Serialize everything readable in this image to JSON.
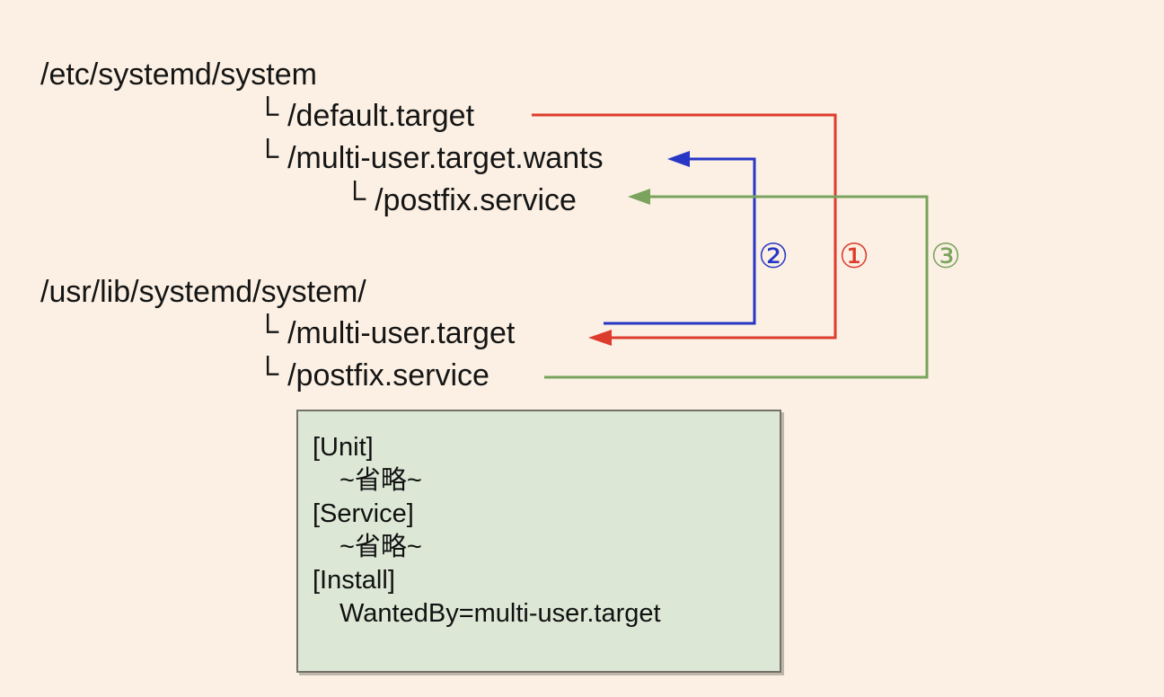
{
  "background": "#fbf0e3",
  "colors": {
    "red": "#dd3b2c",
    "blue": "#2836c6",
    "green": "#7aa35d",
    "box_fill": "#dce7d5",
    "box_border": "#72726a",
    "text": "#151515"
  },
  "glyphs": {
    "branch": "└"
  },
  "etc_tree": {
    "root": "/etc/systemd/system",
    "items": [
      {
        "label": "/default.target",
        "level": 1
      },
      {
        "label": "/multi-user.target.wants",
        "level": 1
      },
      {
        "label": "/postfix.service",
        "level": 2
      }
    ]
  },
  "usr_tree": {
    "root": "/usr/lib/systemd/system/",
    "items": [
      {
        "label": "/multi-user.target",
        "level": 1
      },
      {
        "label": "/postfix.service",
        "level": 1
      }
    ]
  },
  "arrows": [
    {
      "label": "①",
      "color": "#dd3b2c",
      "from": "/etc/systemd/system/default.target",
      "to": "/usr/lib/systemd/system/multi-user.target"
    },
    {
      "label": "②",
      "color": "#2836c6",
      "from": "/usr/lib/systemd/system/multi-user.target",
      "to": "/etc/systemd/system/multi-user.target.wants"
    },
    {
      "label": "③",
      "color": "#7aa35d",
      "from": "/usr/lib/systemd/system/postfix.service",
      "to": "/etc/systemd/system/multi-user.target.wants/postfix.service"
    }
  ],
  "unit_file": {
    "lines": [
      "[Unit]",
      "~省略~",
      "[Service]",
      "~省略~",
      "[Install]",
      "WantedBy=multi-user.target"
    ]
  }
}
